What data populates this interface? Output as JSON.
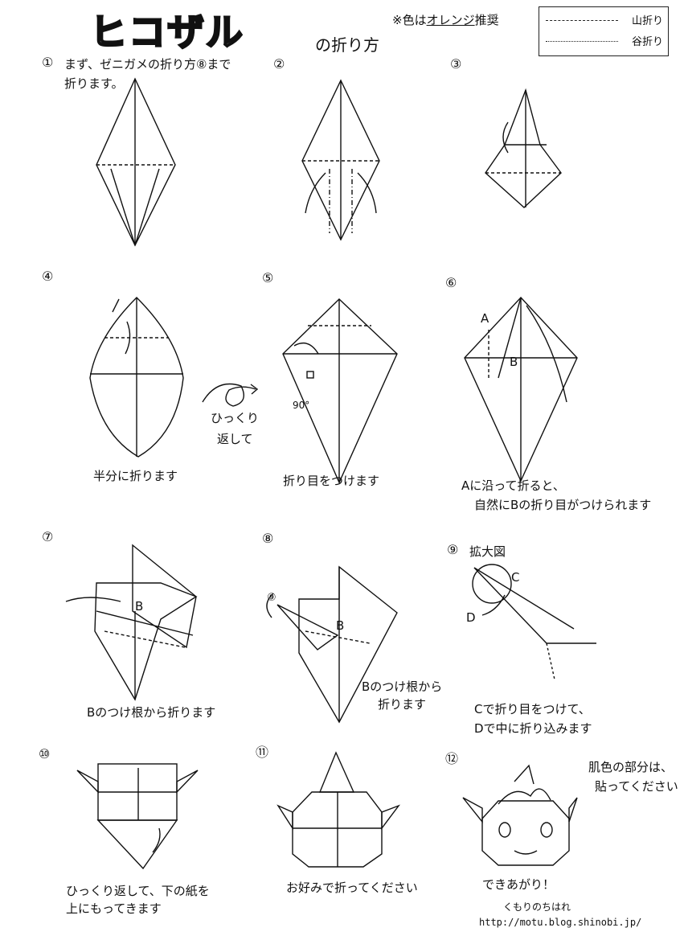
{
  "title": {
    "main": "ヒコザル",
    "sub": "の折り方"
  },
  "note": {
    "prefix": "※色は",
    "color": "オレンジ",
    "suffix": "推奨"
  },
  "legend": {
    "mountain": "山折り",
    "valley": "谷折り"
  },
  "steps": [
    {
      "num": "①",
      "text": "まず、ゼニガメの折り方⑧まで",
      "text2": "折ります。"
    },
    {
      "num": "②"
    },
    {
      "num": "③"
    },
    {
      "num": "④",
      "caption": "半分に折ります"
    },
    {
      "num": "⑤",
      "caption": "折り目をつけます",
      "angle": "90°"
    },
    {
      "num": "⑥",
      "caption": "Aに沿って折ると、",
      "caption2": "自然にBの折り目がつけられます",
      "labelA": "A",
      "labelB": "B"
    },
    {
      "num": "⑦",
      "caption": "Bのつけ根から折ります",
      "labelB": "B"
    },
    {
      "num": "⑧",
      "caption": "Bのつけ根から",
      "caption2": "折ります",
      "labelB": "B",
      "ref": "⑨"
    },
    {
      "num": "⑨",
      "heading": "拡大図",
      "caption": "Cで折り目をつけて、",
      "caption2": "Dで中に折り込みます",
      "labelC": "C",
      "labelD": "D"
    },
    {
      "num": "⑩",
      "caption": "ひっくり返して、下の紙を",
      "caption2": "上にもってきます"
    },
    {
      "num": "⑪",
      "caption": "お好みで折ってください"
    },
    {
      "num": "⑫",
      "caption": "できあがり！",
      "note": "肌色の部分は、",
      "note2": "貼ってください"
    }
  ],
  "flip": {
    "line1": "ひっくり",
    "line2": "返して"
  },
  "footer": {
    "author": "くもりのちはれ",
    "url": "http://motu.blog.shinobi.jp/"
  }
}
